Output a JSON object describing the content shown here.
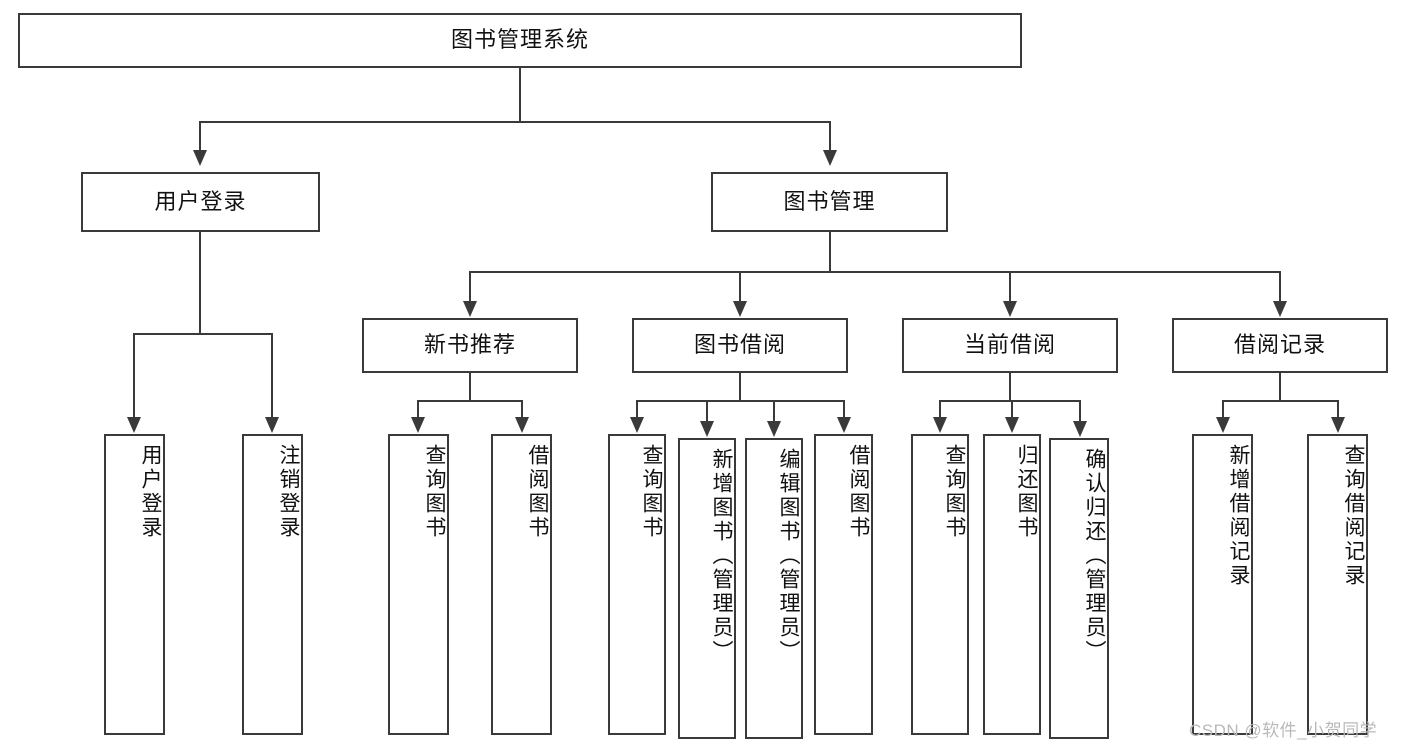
{
  "diagram": {
    "title": "图书管理系统",
    "type": "tree-hierarchy-chart",
    "root": {
      "label": "图书管理系统"
    },
    "level1": [
      {
        "label": "用户登录"
      },
      {
        "label": "图书管理"
      }
    ],
    "level2": [
      {
        "label": "新书推荐"
      },
      {
        "label": "图书借阅"
      },
      {
        "label": "当前借阅"
      },
      {
        "label": "借阅记录"
      }
    ],
    "leaves": {
      "user_login": [
        {
          "label": "用户登录"
        },
        {
          "label": "注销登录"
        }
      ],
      "new_book_recommend": [
        {
          "label": "查询图书"
        },
        {
          "label": "借阅图书"
        }
      ],
      "book_borrow": [
        {
          "label": "查询图书"
        },
        {
          "label": "新增图书（管理员）"
        },
        {
          "label": "编辑图书（管理员）"
        },
        {
          "label": "借阅图书"
        }
      ],
      "current_borrow": [
        {
          "label": "查询图书"
        },
        {
          "label": "归还图书"
        },
        {
          "label": "确认归还（管理员）"
        }
      ],
      "borrow_record": [
        {
          "label": "新增借阅记录"
        },
        {
          "label": "查询借阅记录"
        }
      ]
    }
  },
  "watermark": {
    "text": "CSDN @软件_小贺同学"
  },
  "colors": {
    "border": "#3a3a3a",
    "background": "#ffffff",
    "text": "#111111",
    "watermark": "#b9b9b9"
  }
}
